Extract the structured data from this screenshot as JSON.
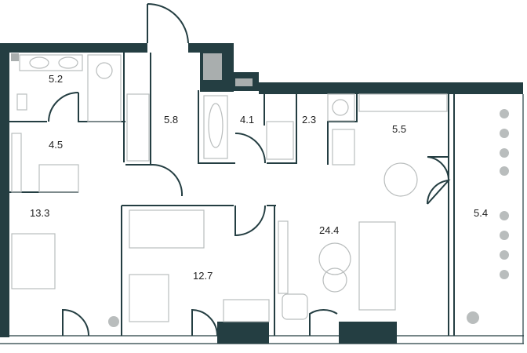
{
  "plan": {
    "wall_color": "#243e42",
    "rooms": [
      {
        "id": "bathroom-1",
        "area": "5.2"
      },
      {
        "id": "hallway",
        "area": "5.8"
      },
      {
        "id": "bathroom-2",
        "area": "4.1"
      },
      {
        "id": "utility",
        "area": "2.3"
      },
      {
        "id": "kitchen",
        "area": "5.5"
      },
      {
        "id": "dressing-room",
        "area": "4.5"
      },
      {
        "id": "bedroom-1",
        "area": "13.3"
      },
      {
        "id": "living-room",
        "area": "24.4"
      },
      {
        "id": "bedroom-2",
        "area": "12.7"
      },
      {
        "id": "balcony",
        "area": "5.4"
      }
    ]
  }
}
